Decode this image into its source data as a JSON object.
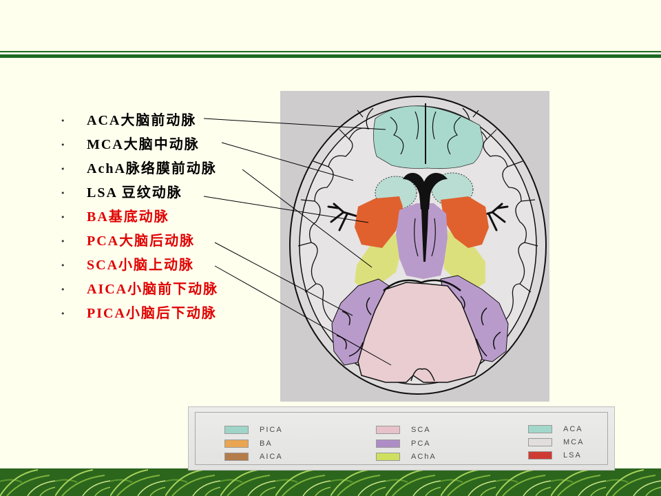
{
  "slide": {
    "background": "#FFFFEE",
    "accent_color": "#1D6A22"
  },
  "bullet_glyph": "•",
  "bullets": [
    {
      "text": "ACA大脑前动脉",
      "color": "#000000"
    },
    {
      "text": "MCA大脑中动脉",
      "color": "#000000"
    },
    {
      "text": "AchA脉络膜前动脉",
      "color": "#000000"
    },
    {
      "text": "LSA 豆纹动脉",
      "color": "#000000"
    },
    {
      "text": "BA基底动脉",
      "color": "#E00000"
    },
    {
      "text": "PCA大脑后动脉",
      "color": "#E00000"
    },
    {
      "text": "SCA小脑上动脉",
      "color": "#E00000"
    },
    {
      "text": "AICA小脑前下动脉",
      "color": "#E00000"
    },
    {
      "text": "PICA小脑后下动脉",
      "color": "#E00000"
    }
  ],
  "diagram": {
    "colors": {
      "background": "#CECCCC",
      "skull": "#DCDADA",
      "mca": "#E6E4E4",
      "aca": "#A9D9CD",
      "caudate": "#B9DDD3",
      "lsa": "#E0612E",
      "pca": "#B99BCB",
      "acha": "#DCE07C",
      "sca": "#E9CDD1",
      "ventricle": "#111111"
    }
  },
  "legend": {
    "items": [
      {
        "label": "PICA",
        "color": "#9ED5C8"
      },
      {
        "label": "BA",
        "color": "#E9A552"
      },
      {
        "label": "AICA",
        "color": "#B47C4A"
      },
      {
        "label": "SCA",
        "color": "#E8C2CA"
      },
      {
        "label": "PCA",
        "color": "#AE8DC6"
      },
      {
        "label": "AChA",
        "color": "#CFDF5F"
      },
      {
        "label": "ACA",
        "color": "#A2D7CB"
      },
      {
        "label": "MCA",
        "color": "#E2DEDE"
      },
      {
        "label": "LSA",
        "color": "#CF3A32"
      }
    ]
  }
}
